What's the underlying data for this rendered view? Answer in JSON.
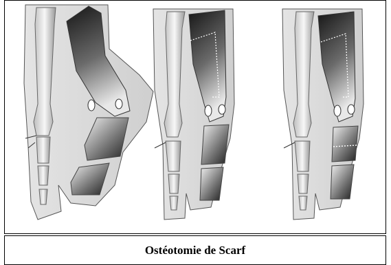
{
  "caption": "Ostéotomie de Scarf",
  "panels": [
    {
      "step": "before-osteotomy"
    },
    {
      "step": "scarf-cut"
    },
    {
      "step": "after-translation"
    }
  ],
  "colors": {
    "soft_tissue": "#d9d9d9",
    "bone_light": "#f0f0f0",
    "bone_dark": "#1a1a1a",
    "border": "#000000"
  }
}
